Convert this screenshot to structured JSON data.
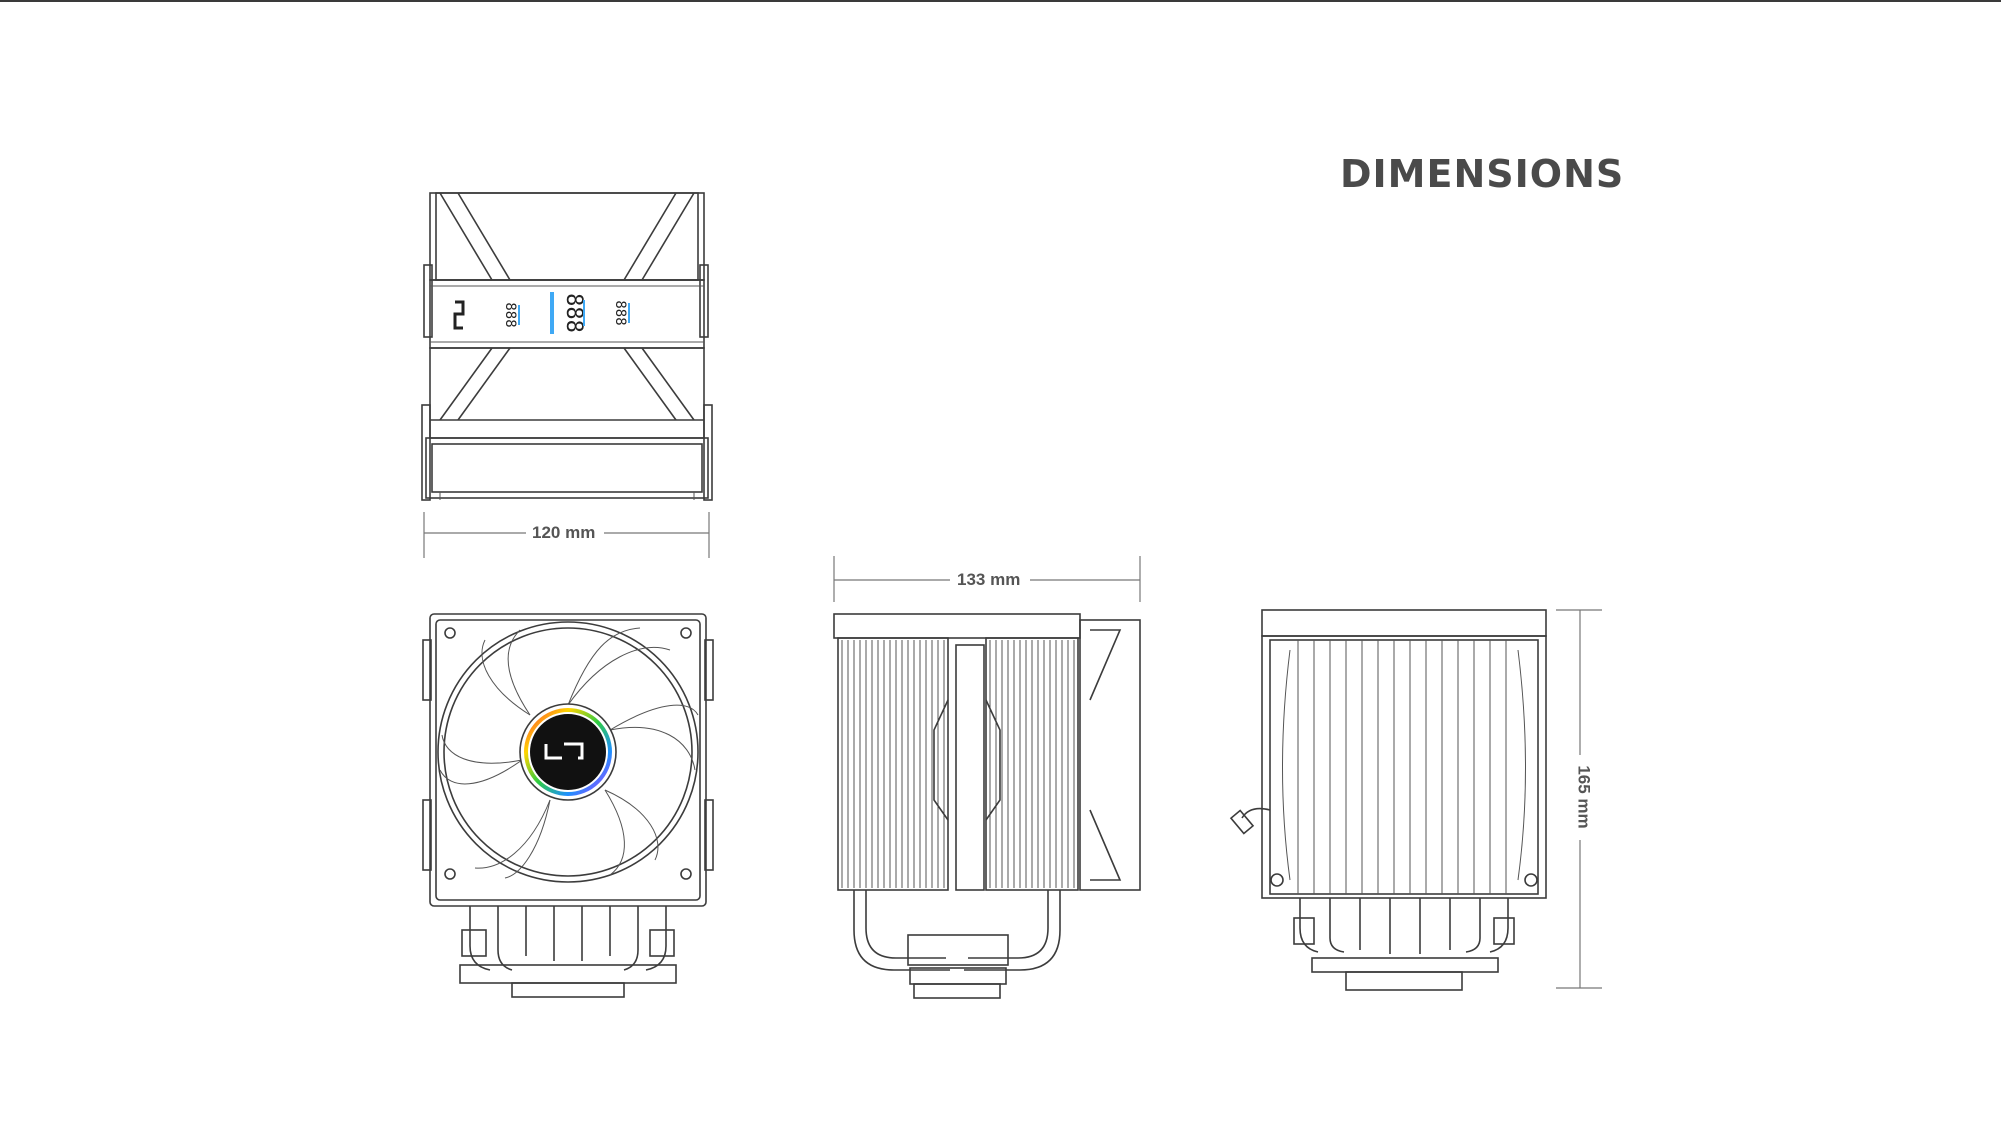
{
  "title": "DIMENSIONS",
  "dimensions": {
    "width": "120 mm",
    "depth": "133 mm",
    "height": "165 mm"
  },
  "top_display": {
    "logo": "cs-logo-icon",
    "left_readout": "888",
    "center_readout": "888",
    "right_readout": "888"
  },
  "fan_hub_logo": "cs-logo-icon",
  "colors": {
    "line": "#3c3c3c",
    "title": "#4a4a4a",
    "display_bar": "#3fa9f5",
    "hub_ring": [
      "#ff3b3b",
      "#ffd400",
      "#2ecc40",
      "#1e90ff",
      "#b03bff"
    ]
  }
}
